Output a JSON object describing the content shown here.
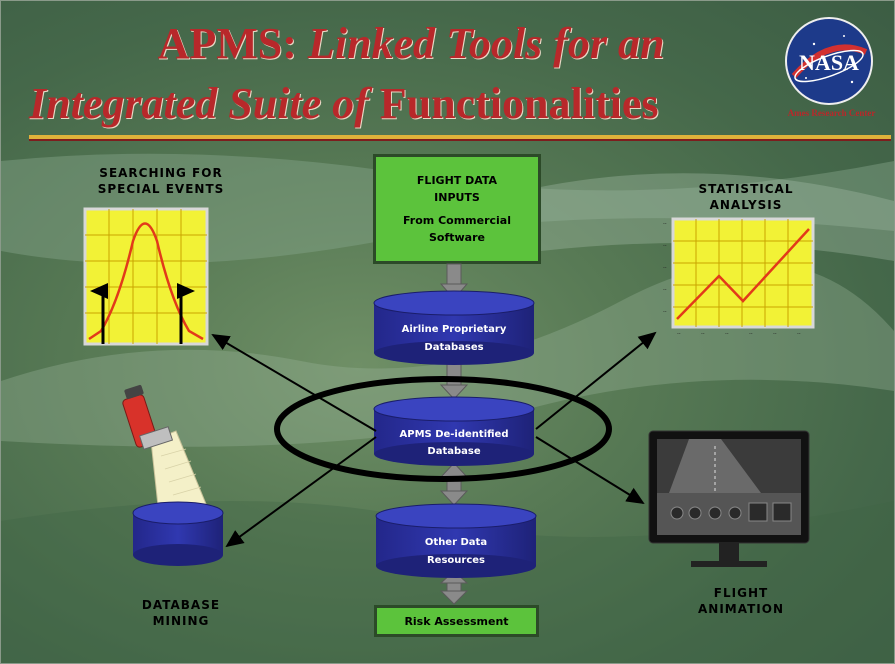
{
  "title": {
    "line1_plain": "APMS: ",
    "line1_italic": "Linked Tools for an",
    "line2_italic": "Integrated Suite of ",
    "line2_plain": "Functionalities"
  },
  "logo": {
    "text": "NASA",
    "caption": "Ames Research Center"
  },
  "flight_data_inputs": {
    "line1": "FLIGHT DATA",
    "line2": "INPUTS",
    "line3": "From Commercial",
    "line4": "Software"
  },
  "cylinders": {
    "airline": {
      "line1": "Airline Proprietary",
      "line2": "Databases"
    },
    "apms": {
      "line1": "APMS De-identified",
      "line2": "Database"
    },
    "other": {
      "line1": "Other Data",
      "line2": "Resources"
    }
  },
  "risk_assessment": "Risk Assessment",
  "searching": {
    "line1": "SEARCHING FOR",
    "line2": "SPECIAL EVENTS"
  },
  "statistical": {
    "line1": "STATISTICAL",
    "line2": "ANALYSIS"
  },
  "mining": {
    "line1": "DATABASE",
    "line2": "MINING"
  },
  "animation": {
    "line1": "FLIGHT",
    "line2": "ANIMATION"
  },
  "colors": {
    "title_red": "#b8282a",
    "green_box": "#5cc33c",
    "cylinder_blue": "#2a2f9a",
    "chart_yellow": "#f2f236",
    "chart_line": "#e23a1a"
  }
}
